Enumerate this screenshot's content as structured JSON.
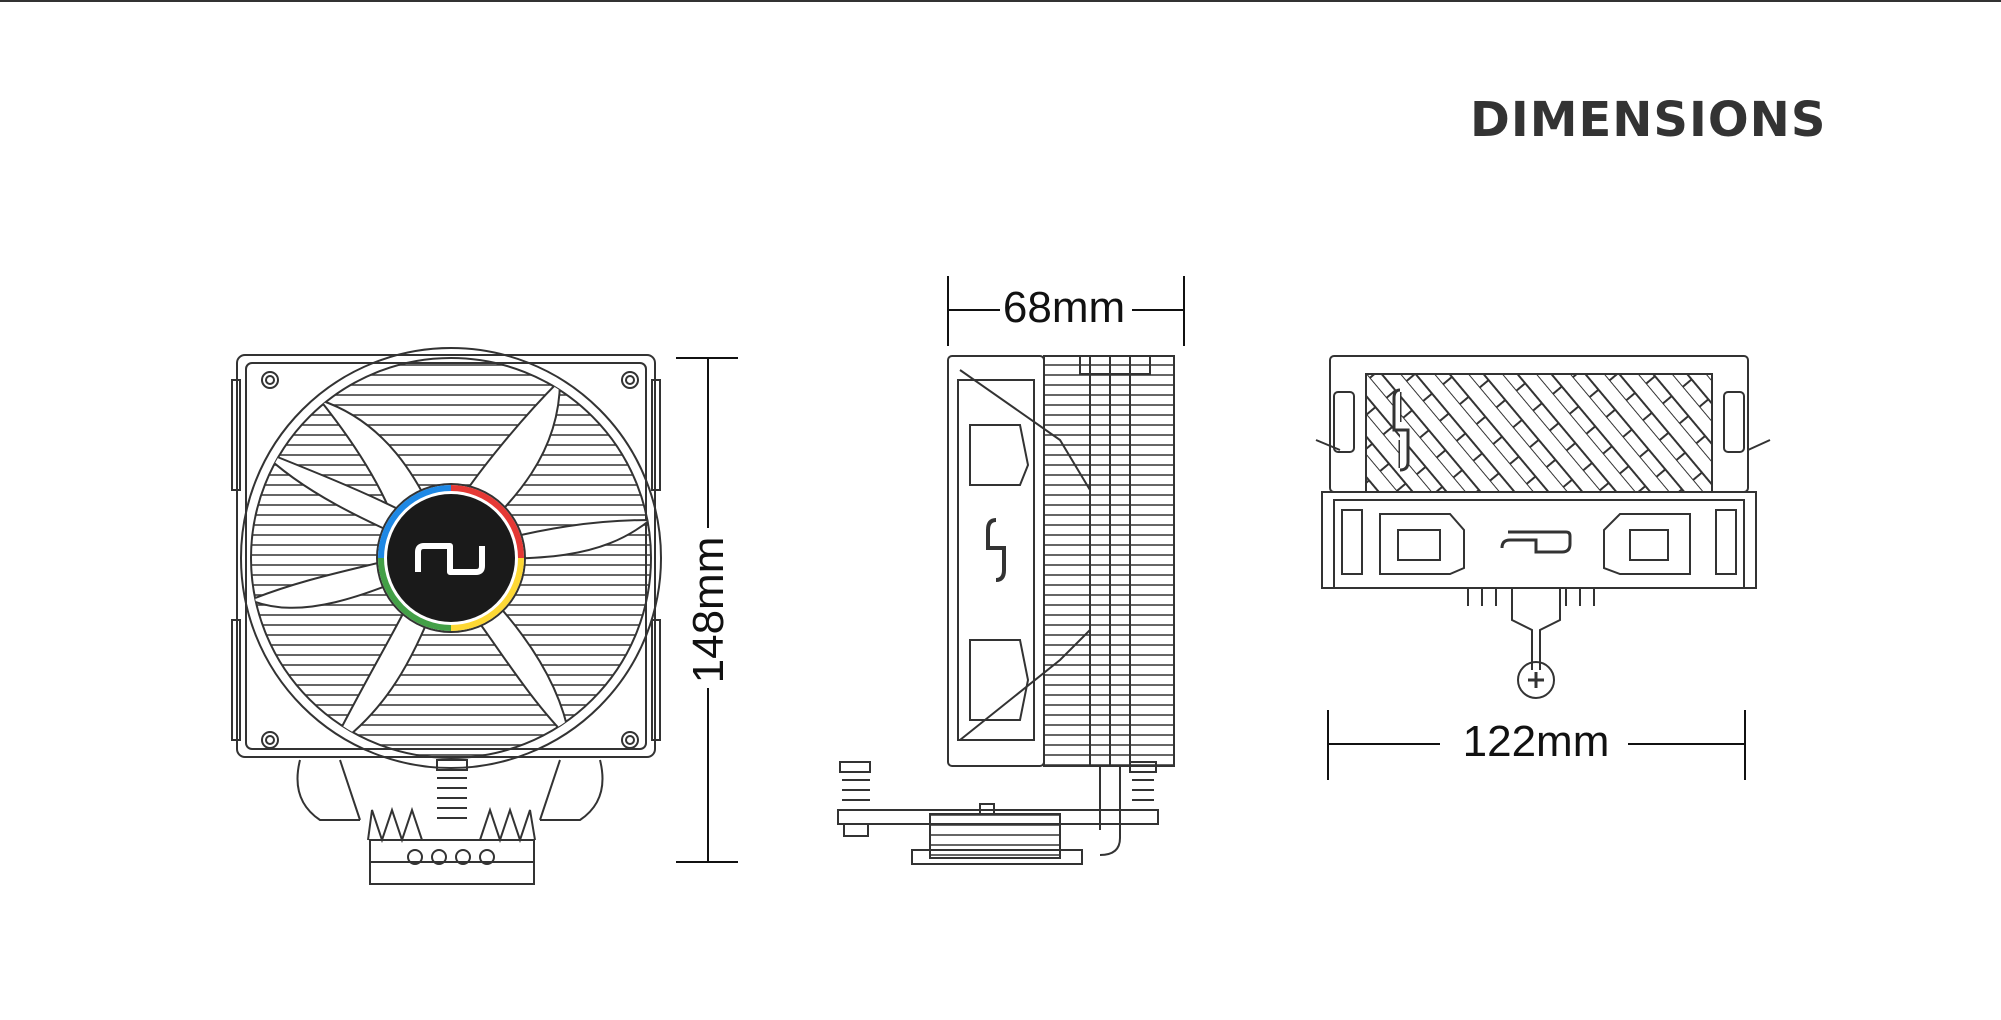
{
  "title": "DIMENSIONS",
  "dimensions": {
    "height": "148mm",
    "depth": "68mm",
    "width": "122mm"
  },
  "colors": {
    "line": "#333333",
    "logo_bg": "#1a1a1a",
    "ring_red": "#e53935",
    "ring_yellow": "#fdd835",
    "ring_green": "#43a047",
    "ring_blue": "#1e88e5"
  }
}
